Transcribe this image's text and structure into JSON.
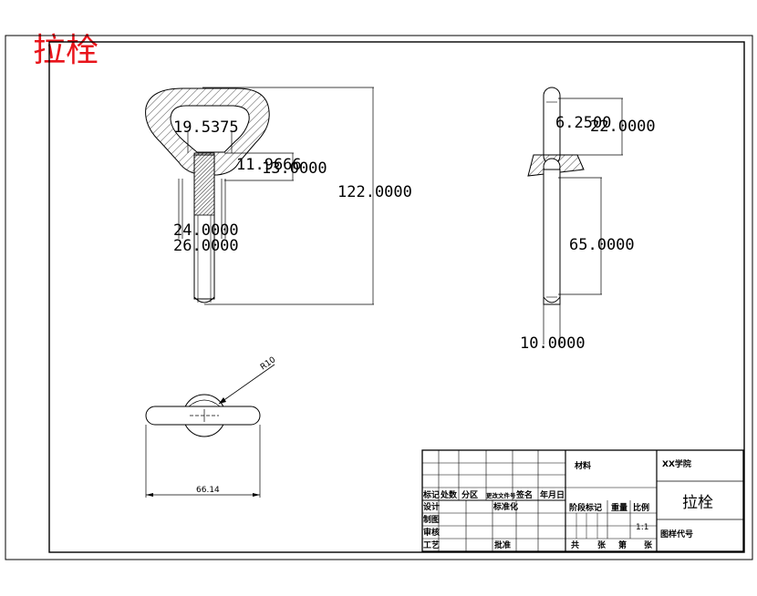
{
  "title": "拉栓",
  "dimensions": {
    "d_19": "19.5375",
    "d_11": "11.9666",
    "d_13": "13.0000",
    "d_122": "122.0000",
    "d_24": "24.0000",
    "d_26": "26.0000",
    "d_6": "6.2500",
    "d_22": "22.0000",
    "d_65": "65.0000",
    "d_10": "10.0000",
    "radius": "R10",
    "bottom_width": "66.14"
  },
  "title_block": {
    "material": "材料",
    "school": "XX学院",
    "part_name": "拉栓",
    "drawing_code": "图样代号",
    "marks": "标记",
    "count": "处数",
    "zone": "分区",
    "change_doc": "更改文件号",
    "signature": "签名",
    "date": "年月日",
    "design": "设计",
    "standardize": "标准化",
    "drafting": "制图",
    "review": "审核",
    "process": "工艺",
    "approve": "批准",
    "stage_mark": "阶段标记",
    "weight": "重量",
    "scale": "比例",
    "scale_value": "1:1",
    "total": "共",
    "sheet": "张",
    "number": "第",
    "sheet2": "张"
  },
  "colors": {
    "title_red": "#e8141b",
    "line": "#000000"
  }
}
